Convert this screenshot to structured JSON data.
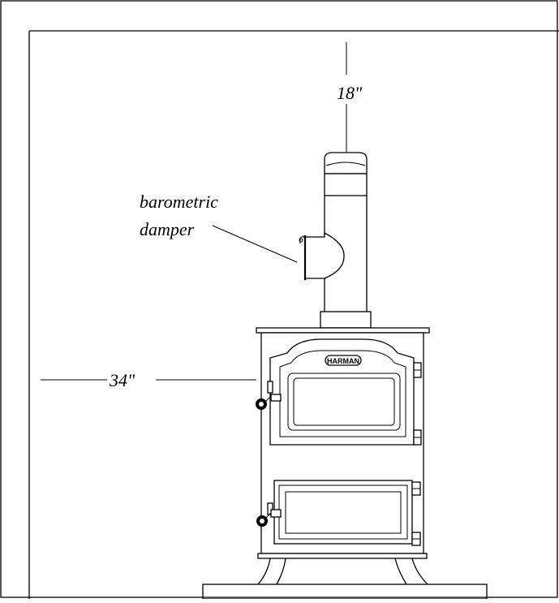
{
  "labels": {
    "top_clearance": "18\"",
    "side_clearance": "34\"",
    "damper_line1": "barometric",
    "damper_line2": "damper",
    "stove_badge": "HARMAN"
  }
}
